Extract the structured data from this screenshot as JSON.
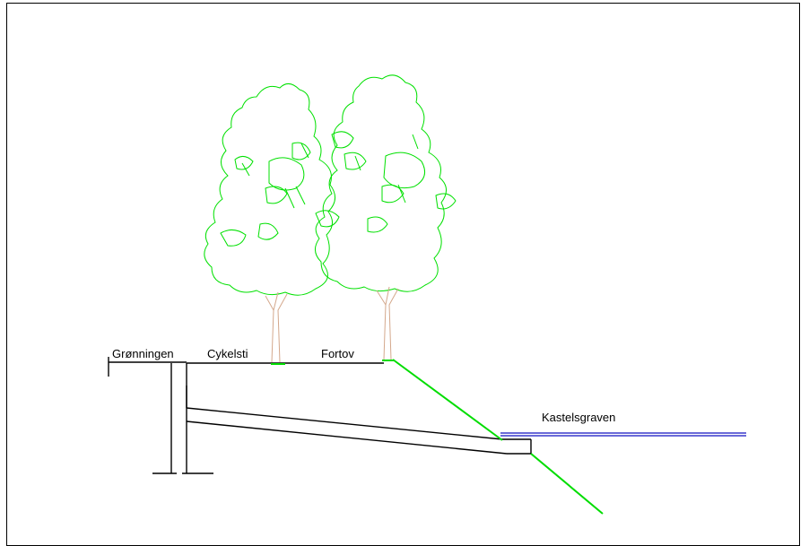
{
  "labels": {
    "gronningen": "Grønningen",
    "cykelsti": "Cykelsti",
    "fortov": "Fortov",
    "kastelsgraven": "Kastelsgraven"
  },
  "colors": {
    "structure": "#000000",
    "slope": "#00dd00",
    "tree_canopy": "#00e000",
    "tree_trunk": "#d4a88c",
    "water": "#1010c0"
  },
  "icons": [
    "tree-icon",
    "tree-icon"
  ]
}
